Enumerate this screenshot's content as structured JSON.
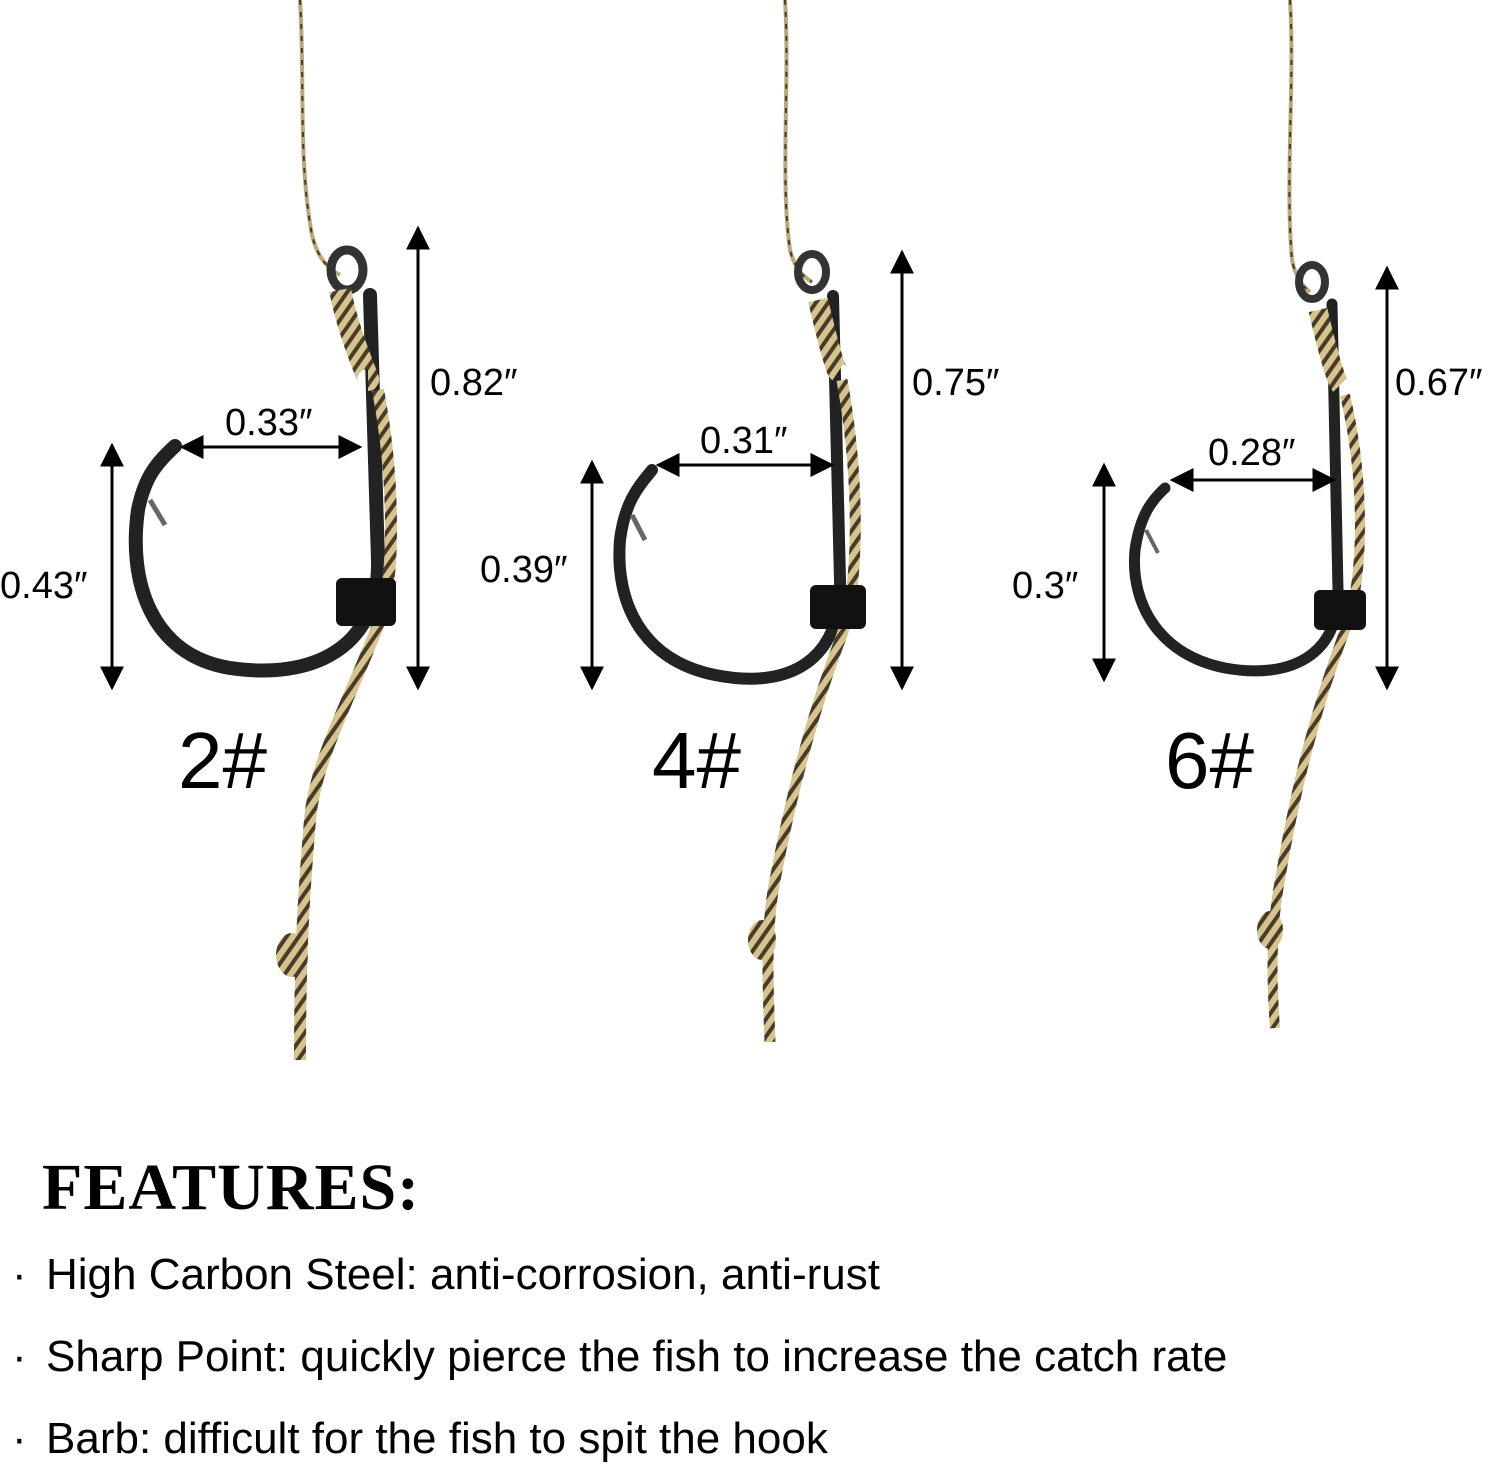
{
  "hooks": [
    {
      "size_label": "2#",
      "gap_label": "0.33″",
      "height_label": "0.82″",
      "depth_label": "0.43″"
    },
    {
      "size_label": "4#",
      "gap_label": "0.31″",
      "height_label": "0.75″",
      "depth_label": "0.39″"
    },
    {
      "size_label": "6#",
      "gap_label": "0.28″",
      "height_label": "0.67″",
      "depth_label": "0.3″"
    }
  ],
  "features": {
    "title": "FEATURES:",
    "bullet": "·",
    "items": [
      "High Carbon Steel: anti-corrosion, anti-rust",
      "Sharp Point: quickly pierce the fish to increase the catch rate",
      "Barb: difficult for the fish to spit the hook"
    ]
  },
  "colors": {
    "hook_steel": "#2b2b2b",
    "line_gold": "#c9b27a",
    "line_dark": "#4a3a28",
    "sleeve": "#111111"
  }
}
